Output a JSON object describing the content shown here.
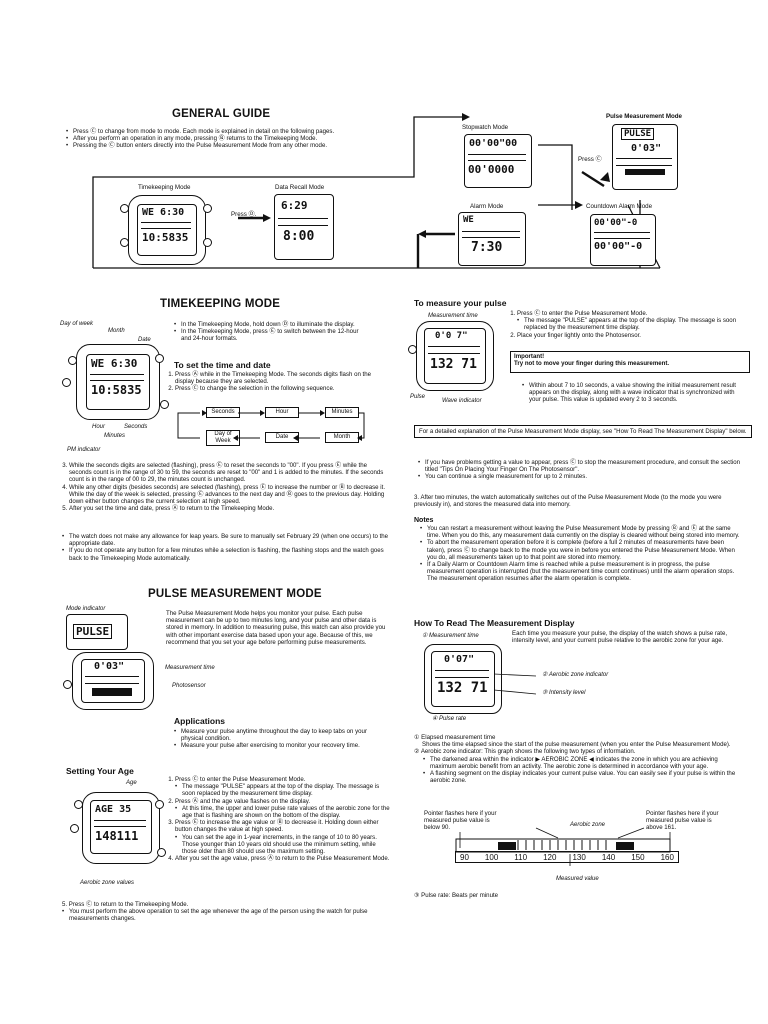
{
  "general": {
    "title": "GENERAL GUIDE",
    "bullets": [
      "Press Ⓒ to change from mode to mode. Each mode is explained in detail on the following pages.",
      "After you perform an operation in any mode, pressing Ⓑ returns to the Timekeeping Mode.",
      "Pressing the Ⓒ button enters directly into the Pulse Measurement Mode from any other mode."
    ],
    "modes": {
      "timekeeping": "Timekeeping Mode",
      "recall": "Data Recall Mode",
      "stopwatch": "Stopwatch Mode",
      "pulse": "Pulse Measurement Mode",
      "alarm": "Alarm Mode",
      "countdown": "Countdown Alarm Mode",
      "press_d": "Press Ⓓ.",
      "press_c": "Press Ⓒ"
    },
    "lcd": {
      "tk_top": "WE 6:30",
      "tk_bot": "10:5835",
      "dr_top": "6:29",
      "dr_bot": "8:00",
      "sw_top": "00'00\"00",
      "sw_bot": "00'0000",
      "pm_top": "PULSE",
      "pm_mid": "0'03\"",
      "al_top": "WE",
      "al_bot": "7:30",
      "cd_top": "00'00\"-0",
      "cd_bot": "00'00\"-0"
    }
  },
  "timekeeping": {
    "title": "TIMEKEEPING MODE",
    "labels": {
      "day": "Day of week",
      "month": "Month",
      "date": "Date",
      "hour": "Hour",
      "seconds": "Seconds",
      "minutes": "Minutes",
      "pm": "PM indicator"
    },
    "bullets": [
      "In the Timekeeping Mode, hold down Ⓓ to illuminate the display.",
      "In the Timekeeping Mode, press Ⓔ to switch between the 12-hour and 24-hour formats."
    ],
    "set_title": "To set the time and date",
    "set_steps": [
      "Press Ⓐ while in the Timekeeping Mode. The seconds digits flash on the display because they are selected.",
      "Press Ⓒ to change the selection in the following sequence."
    ],
    "sequence": [
      "Seconds",
      "Hour",
      "Minutes",
      "Day of Week",
      "Date",
      "Month"
    ],
    "steps2": [
      "While the seconds digits are selected (flashing), press Ⓔ to reset the seconds to \"00\". If you press Ⓔ while the seconds count is in the range of 30 to 59, the seconds are reset to \"00\" and 1 is added to the minutes. If the seconds count is in the range of 00 to 29, the minutes count is unchanged.",
      "While any other digits (besides seconds) are selected (flashing), press Ⓔ to increase the number or Ⓑ to decrease it. While the day of the week is selected, pressing Ⓔ advances to the next day and Ⓑ goes to the previous day. Holding down either button changes the current selection at high speed.",
      "After you set the time and date, press Ⓐ to return to the Timekeeping Mode."
    ],
    "notes": [
      "The watch does not make any allowance for leap years. Be sure to manually set February 29 (when one occurs) to the appropriate date.",
      "If you do not operate any button for a few minutes while a selection is flashing, the flashing stops and the watch goes back to the Timekeeping Mode automatically."
    ]
  },
  "pulse": {
    "title": "PULSE MEASUREMENT MODE",
    "labels": {
      "mode": "Mode indicator",
      "time": "Measurement time",
      "photo": "Photosensor"
    },
    "intro": "The Pulse Measurement Mode helps you monitor your pulse. Each pulse measurement can be up to two minutes long, and your pulse and other data is stored in memory. In addition to measuring pulse, this watch can also provide you with other important exercise data based upon your age. Because of this, we recommend that you set your age before performing pulse measurements.",
    "app_title": "Applications",
    "apps": [
      "Measure your pulse anytime throughout the day to keep tabs on your physical condition.",
      "Measure your pulse after exercising to monitor your recovery time."
    ],
    "age_title": "Setting Your Age",
    "age_labels": {
      "age": "Age",
      "aero": "Aerobic zone values"
    },
    "age_lcd": {
      "top": "AGE 35",
      "bot": "148111"
    },
    "age_steps": [
      "Press Ⓒ to enter the Pulse Measurement Mode.",
      "Press Ⓐ and the age value flashes on the display.",
      "Press Ⓔ to increase the age value or Ⓑ to decrease it. Holding down either button changes the value at high speed.",
      "After you set the age value, press Ⓐ to return to the Pulse Measurement Mode."
    ],
    "age_sub1": "The message \"PULSE\" appears at the top of the display. The message is soon replaced by the measurement time display.",
    "age_sub2": "At this time, the upper and lower pulse rate values of the aerobic zone for the age that is flashing are shown on the bottom of the display.",
    "age_sub3": "You can set the age in 1-year increments, in the range of 10 to 80 years. Those younger than 10 years old should use the minimum setting, while those older than 80 should use the maximum setting.",
    "age_step5": "5. Press Ⓒ to return to the Timekeeping Mode.",
    "age_note": "You must perform the above operation to set the age whenever the age of the person using the watch for pulse measurements changes."
  },
  "measure": {
    "title": "To measure your pulse",
    "labels": {
      "time": "Measurement time",
      "pulse": "Pulse",
      "wave": "Wave indicator"
    },
    "lcd": {
      "top": "0'0 7\"",
      "bot": "132 71"
    },
    "steps": [
      "Press Ⓒ to enter the Pulse Measurement Mode.",
      "Place your finger lightly onto the Photosensor."
    ],
    "step1_sub": "The message \"PULSE\" appears at the top of the display. The message is soon replaced by the measurement time display.",
    "important_title": "Important!",
    "important_text": "Try not to move your finger during this measurement.",
    "after": "Within about 7 to 10 seconds, a value showing the initial measurement result appears on the display, along with a wave indicator that is synchronized with your pulse. This value is updated every 2 to 3 seconds.",
    "detail_box": "For a detailed explanation of the Pulse Measurement Mode display, see \"How To Read The Measurement Display\" below.",
    "bullets": [
      "If you have problems getting a value to appear, press Ⓒ to stop the measurement procedure, and consult the section titled \"Tips On Placing Your Finger On The Photosensor\".",
      "You can continue a single measurement for up to 2 minutes."
    ],
    "step3": "3. After two minutes, the watch automatically switches out of the Pulse Measurement Mode (to the mode you were previously in), and stores the measured data into memory.",
    "notes_title": "Notes",
    "notes": [
      "You can restart a measurement without leaving the Pulse Measurement Mode by pressing Ⓑ and Ⓔ at the same time. When you do this, any measurement data currently on the display is cleared without being stored into memory.",
      "To abort the measurement operation before it is complete (before a full 2 minutes of measurements have been taken), press Ⓒ to change back to the mode you were in before you entered the Pulse Measurement Mode. When you do, all measurements taken up to that point are stored into memory.",
      "If a Daily Alarm or Countdown Alarm time is reached while a pulse measurement is in progress, the pulse measurement operation is interrupted (but the measurement time count continues) until the alarm operation stops. The measurement operation resumes after the alarm operation is complete."
    ]
  },
  "read": {
    "title": "How To Read The Measurement Display",
    "labels": {
      "l1": "① Measurement time",
      "l2": "② Aerobic zone indicator",
      "l3": "③ Intensity level",
      "l4": "④ Pulse rate"
    },
    "lcd": {
      "top": "0'07\"",
      "bot": "132 71"
    },
    "intro": "Each time you measure your pulse, the display of the watch shows a pulse rate, intensity level, and your current pulse relative to the aerobic zone for your age.",
    "items": [
      "① Elapsed measurement time",
      "② Aerobic zone indicator: This graph shows the following two types of information."
    ],
    "item1_sub": "Shows the time elapsed since the start of the pulse measurement (when you enter the Pulse Measurement Mode).",
    "item2_bullets": [
      "The darkened area within the indicator ▶ AEROBIC ZONE ◀ indicates the zone in which you are achieving maximum aerobic benefit from an activity. The aerobic zone is determined in accordance with your age.",
      "A flashing segment on the display indicates your current pulse value. You can easily see if your pulse is within the aerobic zone."
    ],
    "left_note": "Pointer flashes here if your measured pulse value is below 90.",
    "right_note": "Pointer flashes here if your measured pulse value is above 161.",
    "zone_label": "Aerobic zone",
    "scale": [
      "90",
      "100",
      "110",
      "120",
      "130",
      "140",
      "150",
      "160"
    ],
    "measured": "Measured value",
    "item3": "③ Pulse rate: Beats per minute"
  }
}
